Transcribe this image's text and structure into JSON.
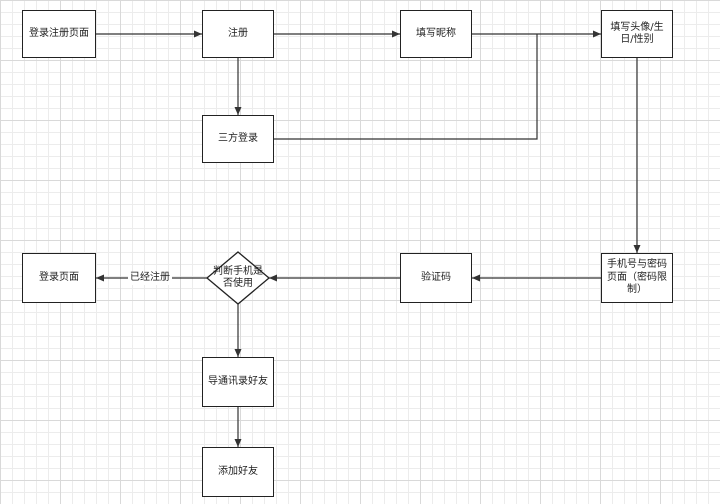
{
  "diagram": {
    "nodes": {
      "login_register_page": "登录注册页面",
      "register": "注册",
      "fill_nickname": "填写昵称",
      "fill_avatar_birthday_gender": "填写头像/生\n日/性别",
      "third_party_login": "三方登录",
      "phone_password_page": "手机号与密码\n页面（密码限\n制）",
      "verification_code": "验证码",
      "check_phone_used": "判断手机是\n否使用",
      "login_page": "登录页面",
      "import_contacts_friends": "导通讯录好友",
      "add_friends": "添加好友"
    },
    "edge_labels": {
      "already_registered": "已经注册"
    }
  },
  "colors": {
    "line": "#333333",
    "border": "#222222",
    "text": "#1f1f1f",
    "fill": "#ffffff",
    "grid_minor": "#ececec",
    "grid_major": "#d9d9d9"
  }
}
